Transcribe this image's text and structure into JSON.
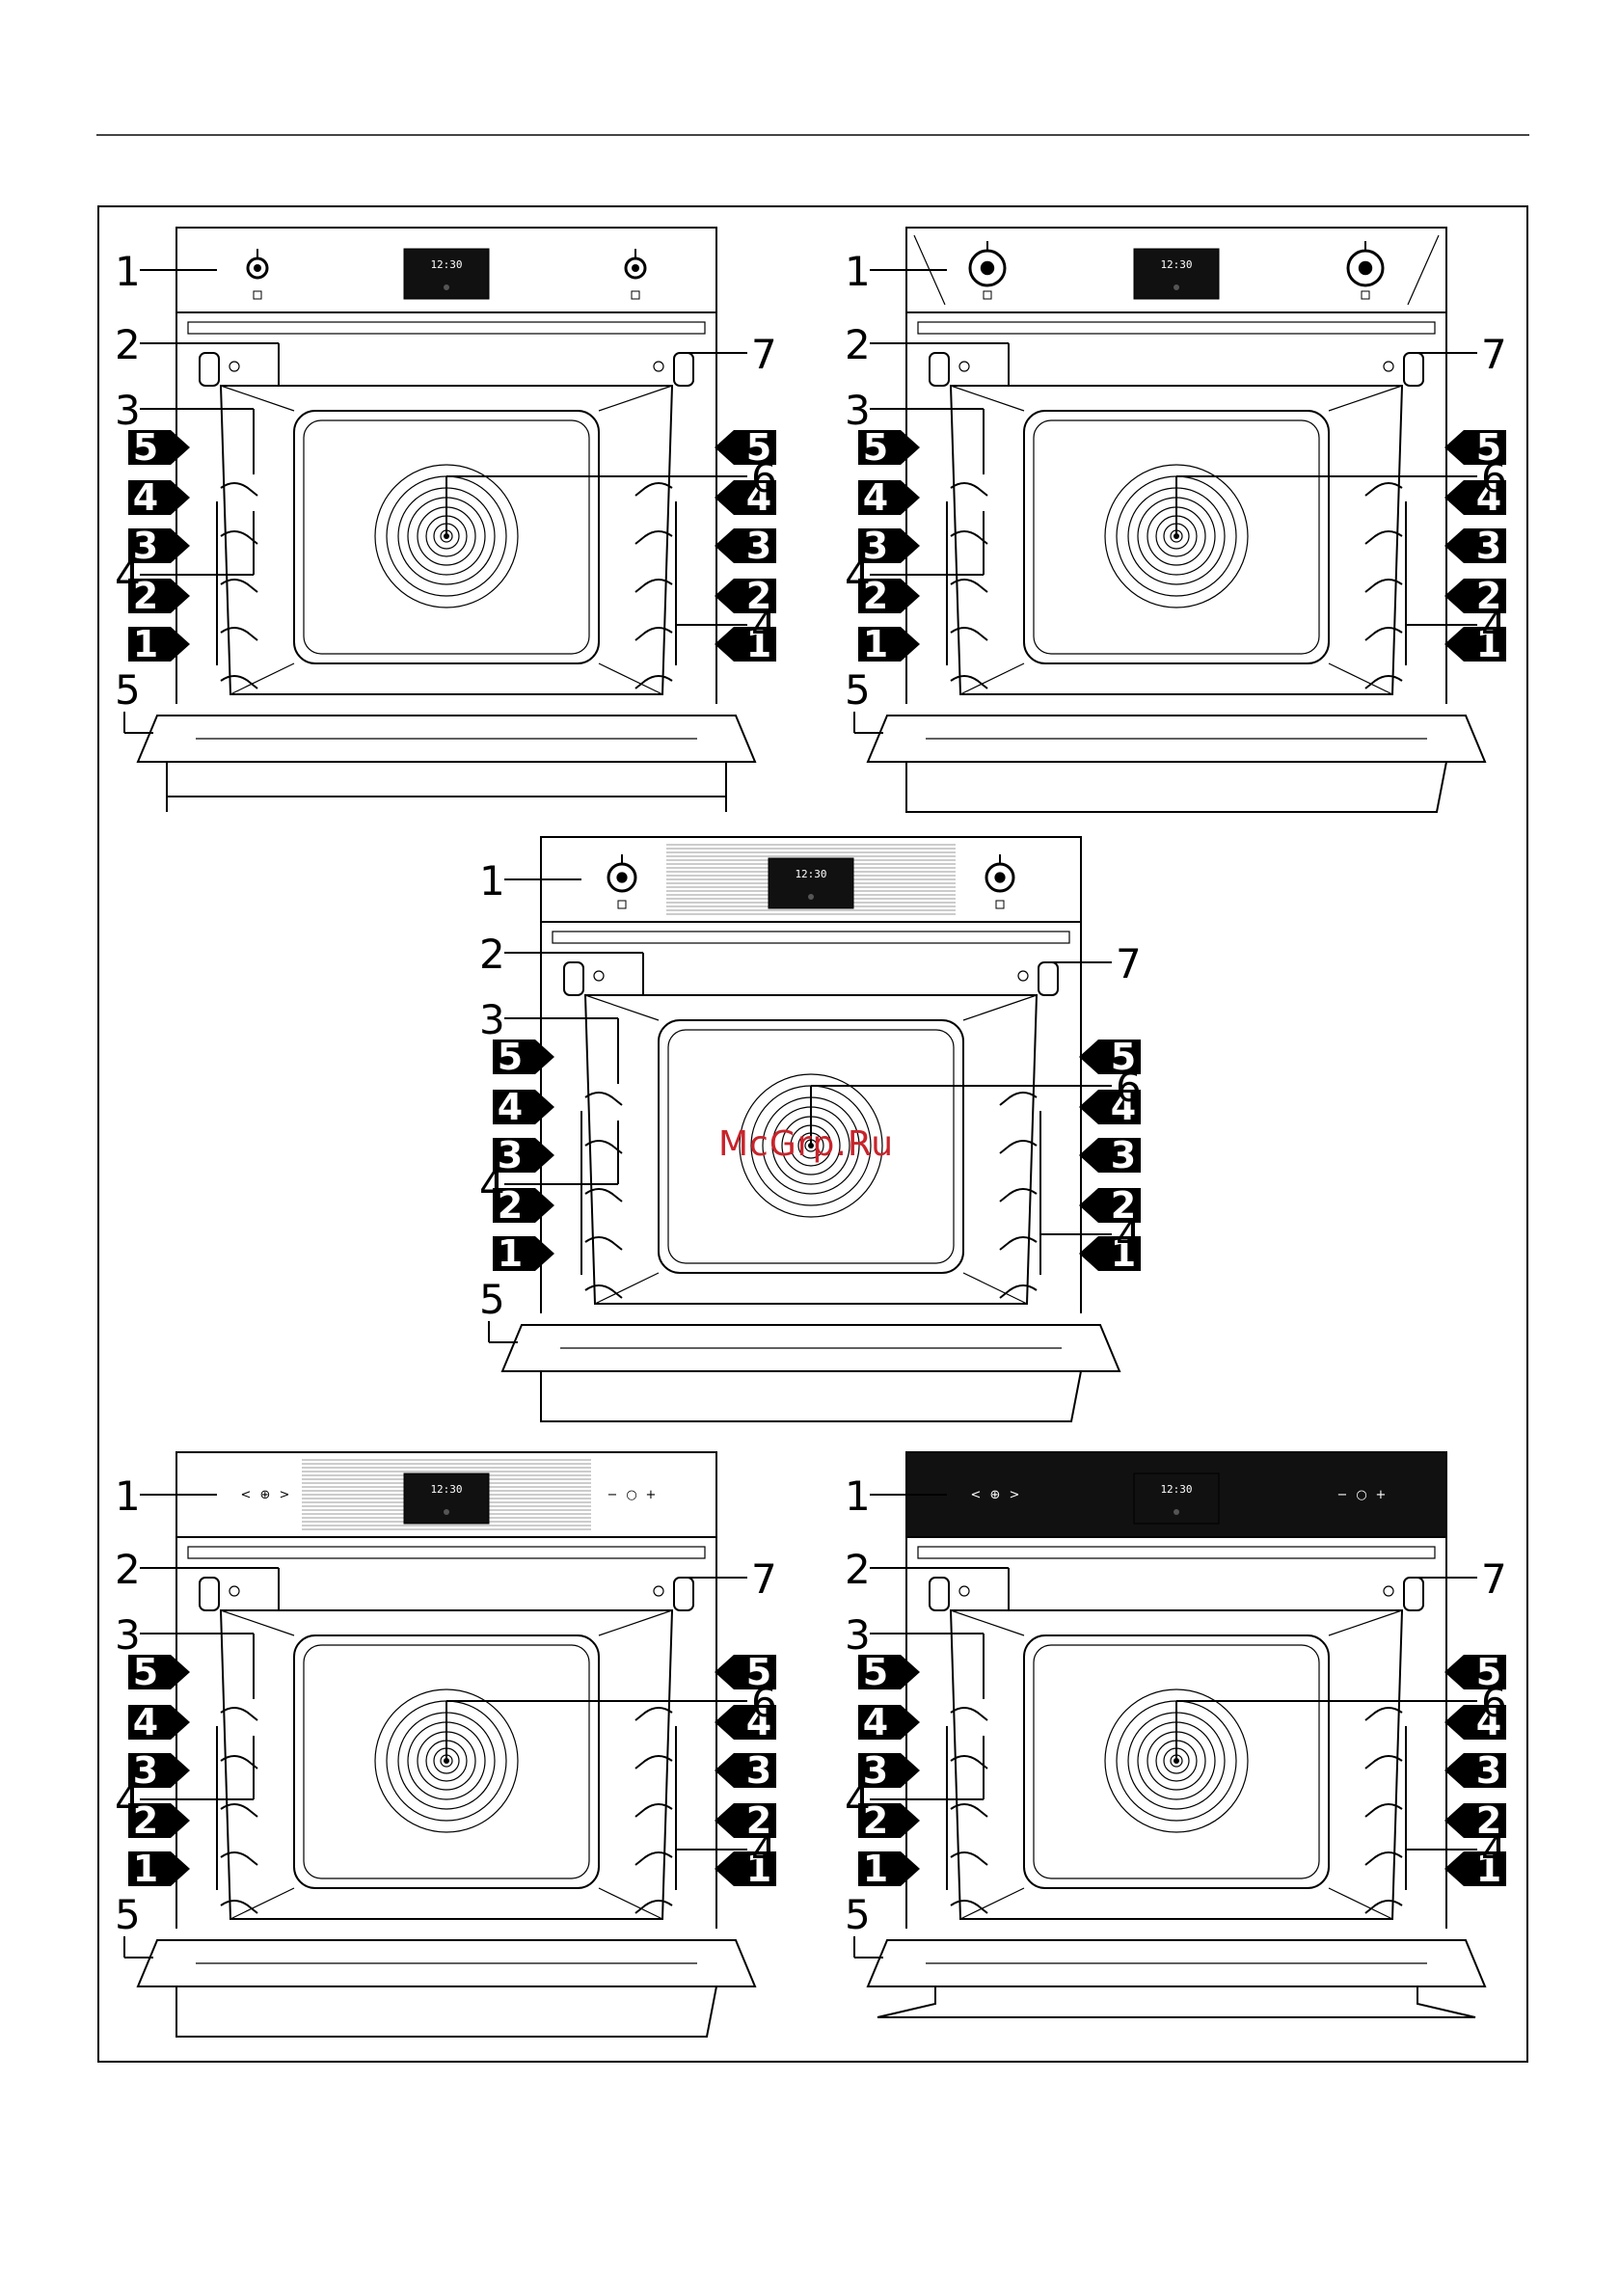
{
  "diagram": {
    "callouts": [
      "1",
      "2",
      "3",
      "4",
      "5",
      "6",
      "7"
    ],
    "shelf_levels": [
      "5",
      "4",
      "3",
      "2",
      "1"
    ],
    "display_time": "12:30",
    "watermark": "McGrp.Ru",
    "panels": [
      {
        "id": "oven-a",
        "control_style": "small-knobs"
      },
      {
        "id": "oven-b",
        "control_style": "large-knobs-beveled"
      },
      {
        "id": "oven-c",
        "control_style": "knobs-grille"
      },
      {
        "id": "oven-d",
        "control_style": "touch-grille"
      },
      {
        "id": "oven-e",
        "control_style": "touch-black-glass"
      }
    ],
    "touch_symbols": [
      "<",
      "⊕",
      ">",
      "−",
      "○",
      "+"
    ]
  }
}
